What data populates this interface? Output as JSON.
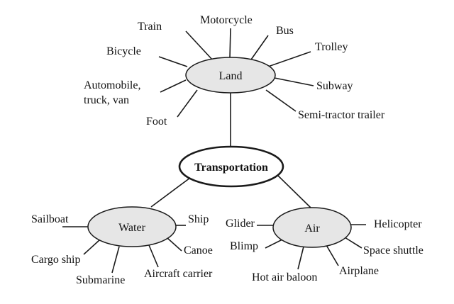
{
  "colors": {
    "node_fill": "#e6e6e6",
    "center_fill": "#ffffff",
    "stroke": "#1a1a1a"
  },
  "center": {
    "label": "Transportation"
  },
  "land": {
    "label": "Land",
    "items": [
      "Train",
      "Motorcycle",
      "Bus",
      "Trolley",
      "Bicycle",
      "Automobile,",
      "truck, van",
      "Subway",
      "Foot",
      "Semi-tractor trailer"
    ]
  },
  "water": {
    "label": "Water",
    "items": [
      "Sailboat",
      "Ship",
      "Canoe",
      "Cargo ship",
      "Submarine",
      "Aircraft carrier"
    ]
  },
  "air": {
    "label": "Air",
    "items": [
      "Glider",
      "Helicopter",
      "Blimp",
      "Space shuttle",
      "Hot air baloon",
      "Airplane"
    ]
  }
}
